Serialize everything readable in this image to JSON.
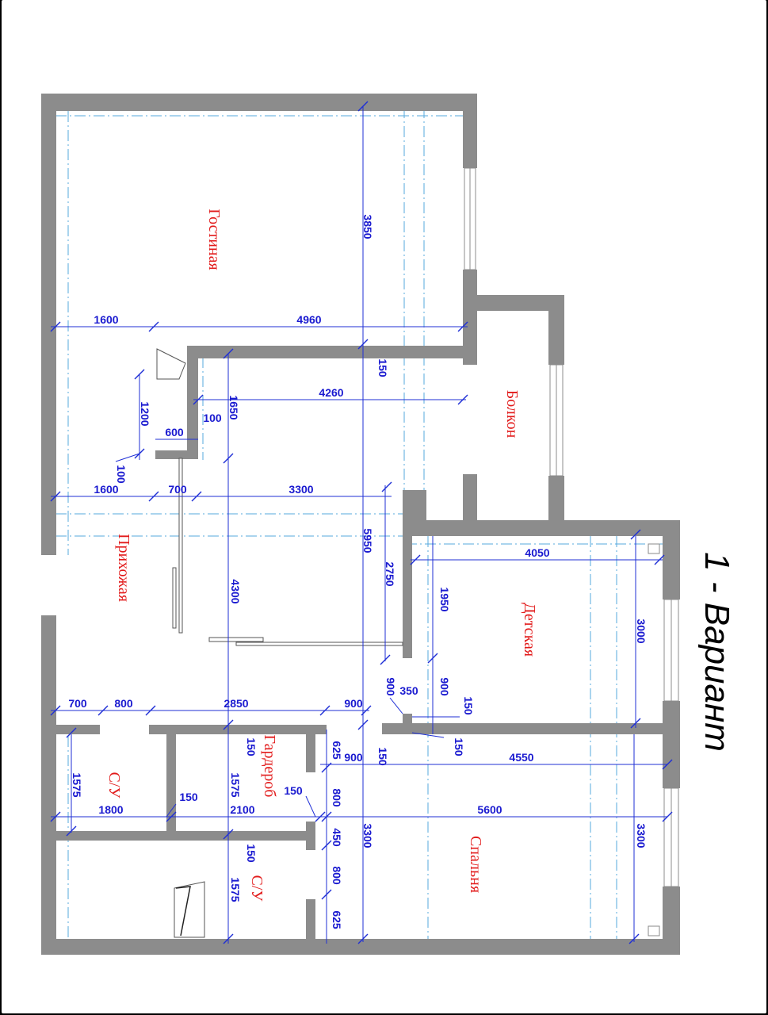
{
  "title": "1 - Вариант",
  "rooms": {
    "living": "Гостиная",
    "balcony": "Болкон",
    "hall": "Прихожая",
    "kids": "Детская",
    "wardrobe": "Гардероб",
    "bath1": "С/У",
    "bath2": "С/У",
    "bedroom": "Спальня"
  },
  "dimensions": {
    "d3850": "3850",
    "d1600a": "1600",
    "d4960": "4960",
    "d150a": "150",
    "d4260": "4260",
    "d1650": "1650",
    "d1200": "1200",
    "d100a": "100",
    "d600": "600",
    "d100b": "100",
    "d1600b": "1600",
    "d700a": "700",
    "d3300a": "3300",
    "d5950": "5950",
    "d2750": "2750",
    "d4050": "4050",
    "d1950": "1950",
    "d4300": "4300",
    "d3000": "3000",
    "d900a": "900",
    "d350": "350",
    "d900b": "900",
    "d150b": "150",
    "d700b": "700",
    "d800a": "800",
    "d2850": "2850",
    "d900c": "900",
    "d150c": "150",
    "d150d": "150",
    "d625a": "625",
    "d900d": "900",
    "d150e": "150",
    "d4550": "4550",
    "d1575a": "1575",
    "d1575b": "1575",
    "d150f": "150",
    "d150g": "150",
    "d800b": "800",
    "d1800": "1800",
    "d2100": "2100",
    "d5600": "5600",
    "d450": "450",
    "d3300b": "3300",
    "d3300c": "3300",
    "d150h": "150",
    "d800c": "800",
    "d1575c": "1575",
    "d625b": "625"
  }
}
